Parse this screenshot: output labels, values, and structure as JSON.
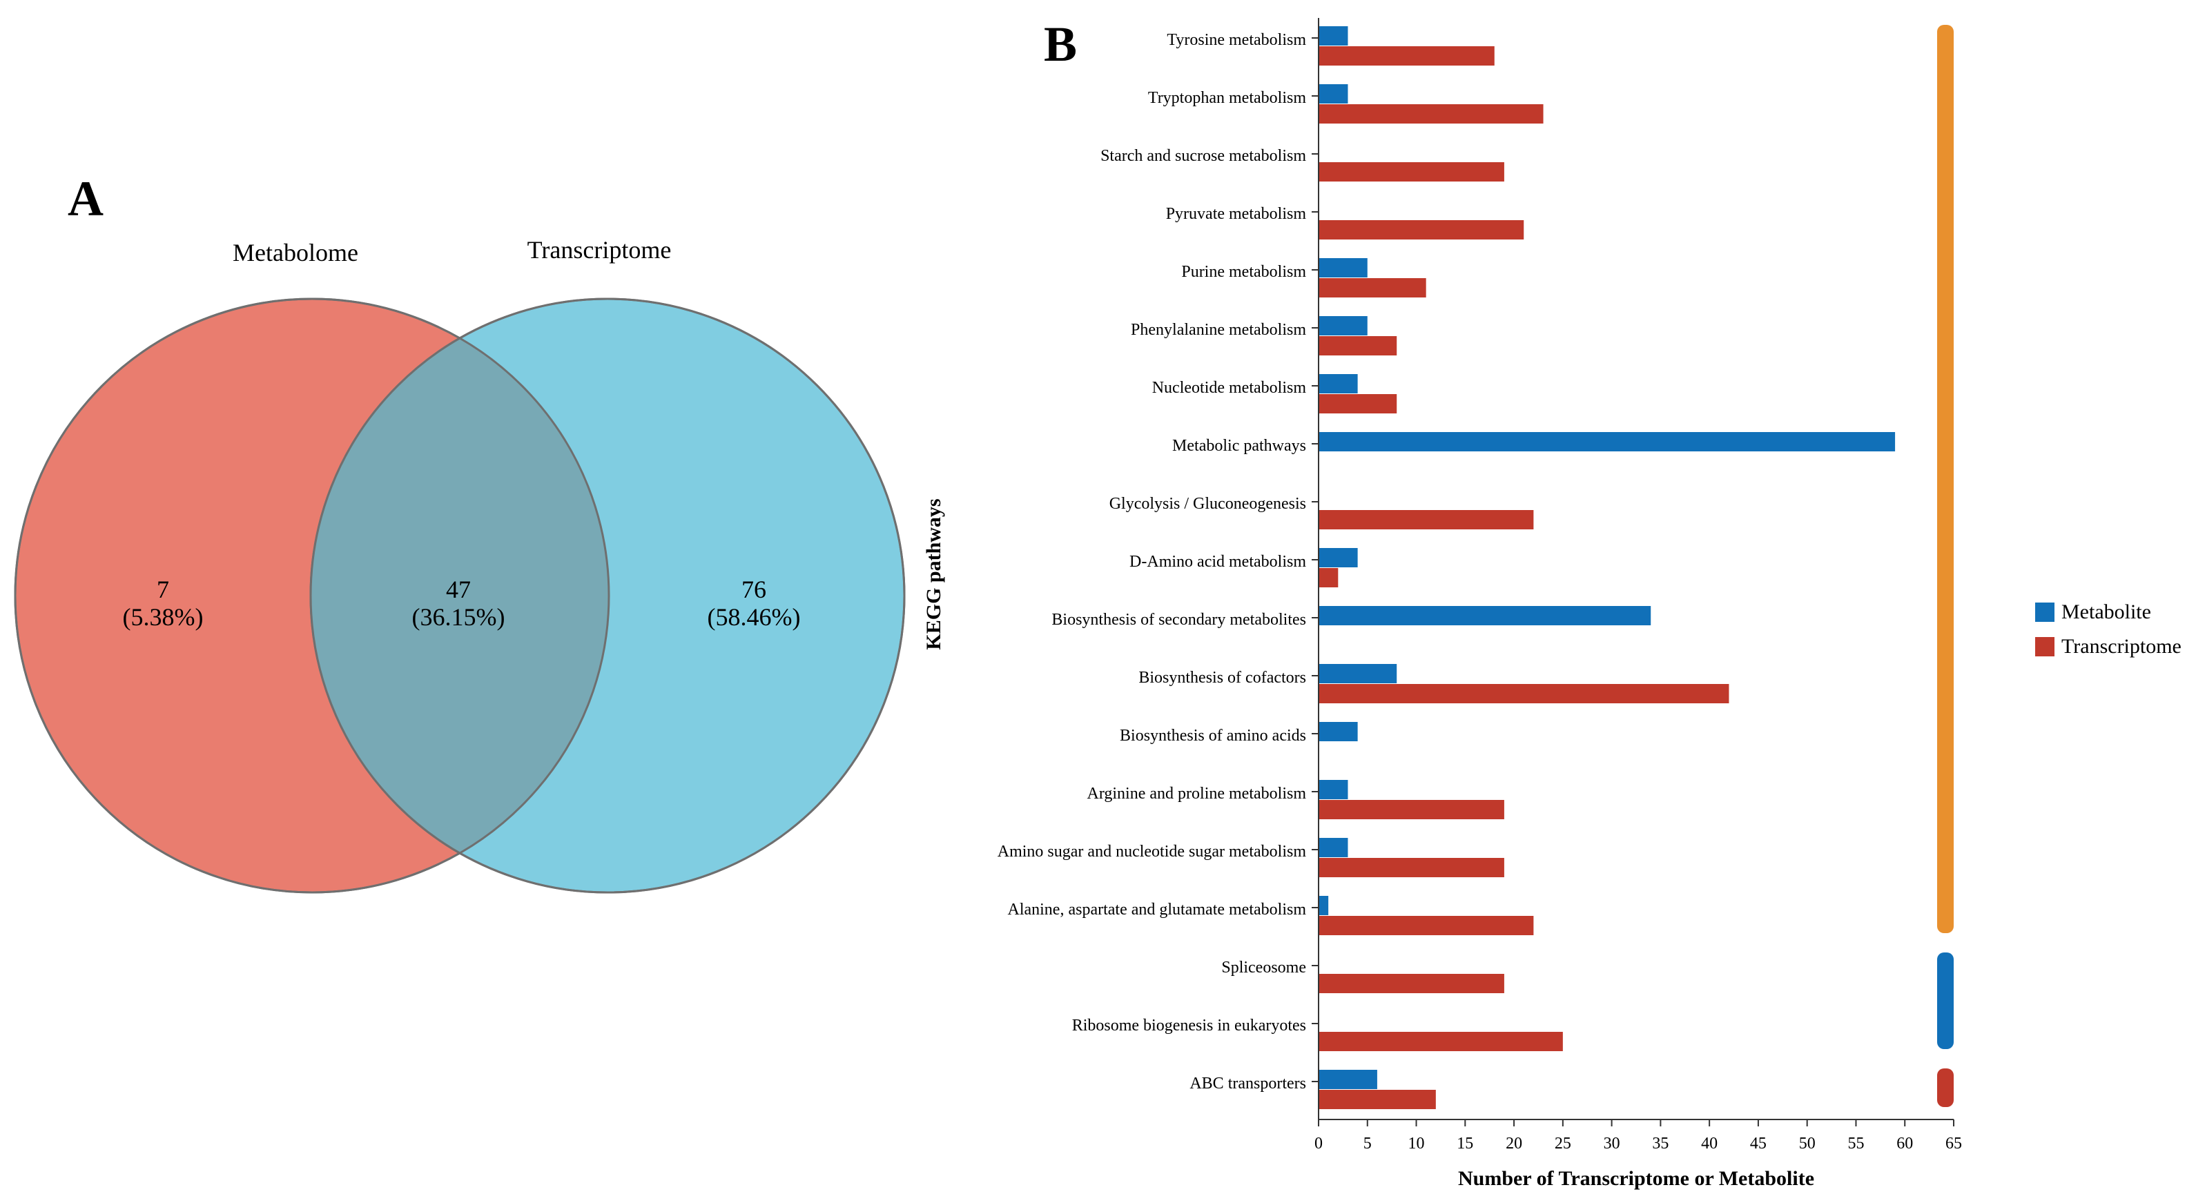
{
  "panel_a": {
    "label": "A",
    "set_left_label": "Metabolome",
    "set_right_label": "Transcriptome",
    "left_only_count": "7",
    "left_only_pct": "(5.38%)",
    "overlap_count": "47",
    "overlap_pct": "(36.15%)",
    "right_only_count": "76",
    "right_only_pct": "(58.46%)",
    "colors": {
      "left": "#E97D6F",
      "right": "#80CDE1",
      "overlap": "#78A9B5"
    }
  },
  "panel_b": {
    "label": "B"
  },
  "chart_data": [
    {
      "type": "venn",
      "sets": [
        "Metabolome",
        "Transcriptome"
      ],
      "regions": [
        {
          "set": "Metabolome only",
          "value": 7,
          "percent": 5.38
        },
        {
          "set": "Metabolome ∩ Transcriptome",
          "value": 47,
          "percent": 36.15
        },
        {
          "set": "Transcriptome only",
          "value": 76,
          "percent": 58.46
        }
      ]
    },
    {
      "type": "bar",
      "orientation": "horizontal",
      "xlabel": "Number of Transcriptome or Metabolite",
      "ylabel": "KEGG pathways",
      "xlim": [
        0,
        65
      ],
      "xticks": [
        0,
        5,
        10,
        15,
        20,
        25,
        30,
        35,
        40,
        45,
        50,
        55,
        60,
        65
      ],
      "legend_position": "right",
      "categories": [
        "Tyrosine metabolism",
        "Tryptophan metabolism",
        "Starch and sucrose metabolism",
        "Pyruvate metabolism",
        "Purine metabolism",
        "Phenylalanine metabolism",
        "Nucleotide metabolism",
        "Metabolic pathways",
        "Glycolysis / Gluconeogenesis",
        "D-Amino acid metabolism",
        "Biosynthesis of secondary metabolites",
        "Biosynthesis of cofactors",
        "Biosynthesis of amino acids",
        "Arginine and proline metabolism",
        "Amino sugar and nucleotide sugar metabolism",
        "Alanine, aspartate and glutamate metabolism",
        "Spliceosome",
        "Ribosome biogenesis in eukaryotes",
        "ABC transporters"
      ],
      "series": [
        {
          "name": "Metabolite",
          "color": "#1170B8",
          "values": [
            3,
            3,
            0,
            0,
            5,
            5,
            4,
            59,
            0,
            4,
            34,
            8,
            4,
            3,
            3,
            1,
            0,
            0,
            6
          ]
        },
        {
          "name": "Transcriptome",
          "color": "#C0392B",
          "values": [
            18,
            23,
            19,
            21,
            11,
            8,
            8,
            0,
            22,
            2,
            0,
            42,
            0,
            19,
            19,
            22,
            19,
            25,
            12
          ]
        }
      ],
      "group_bars": [
        {
          "color": "#E8902E",
          "from": 0,
          "to": 15
        },
        {
          "color": "#1170B8",
          "from": 16,
          "to": 17
        },
        {
          "color": "#C0392B",
          "from": 18,
          "to": 18
        }
      ]
    }
  ]
}
